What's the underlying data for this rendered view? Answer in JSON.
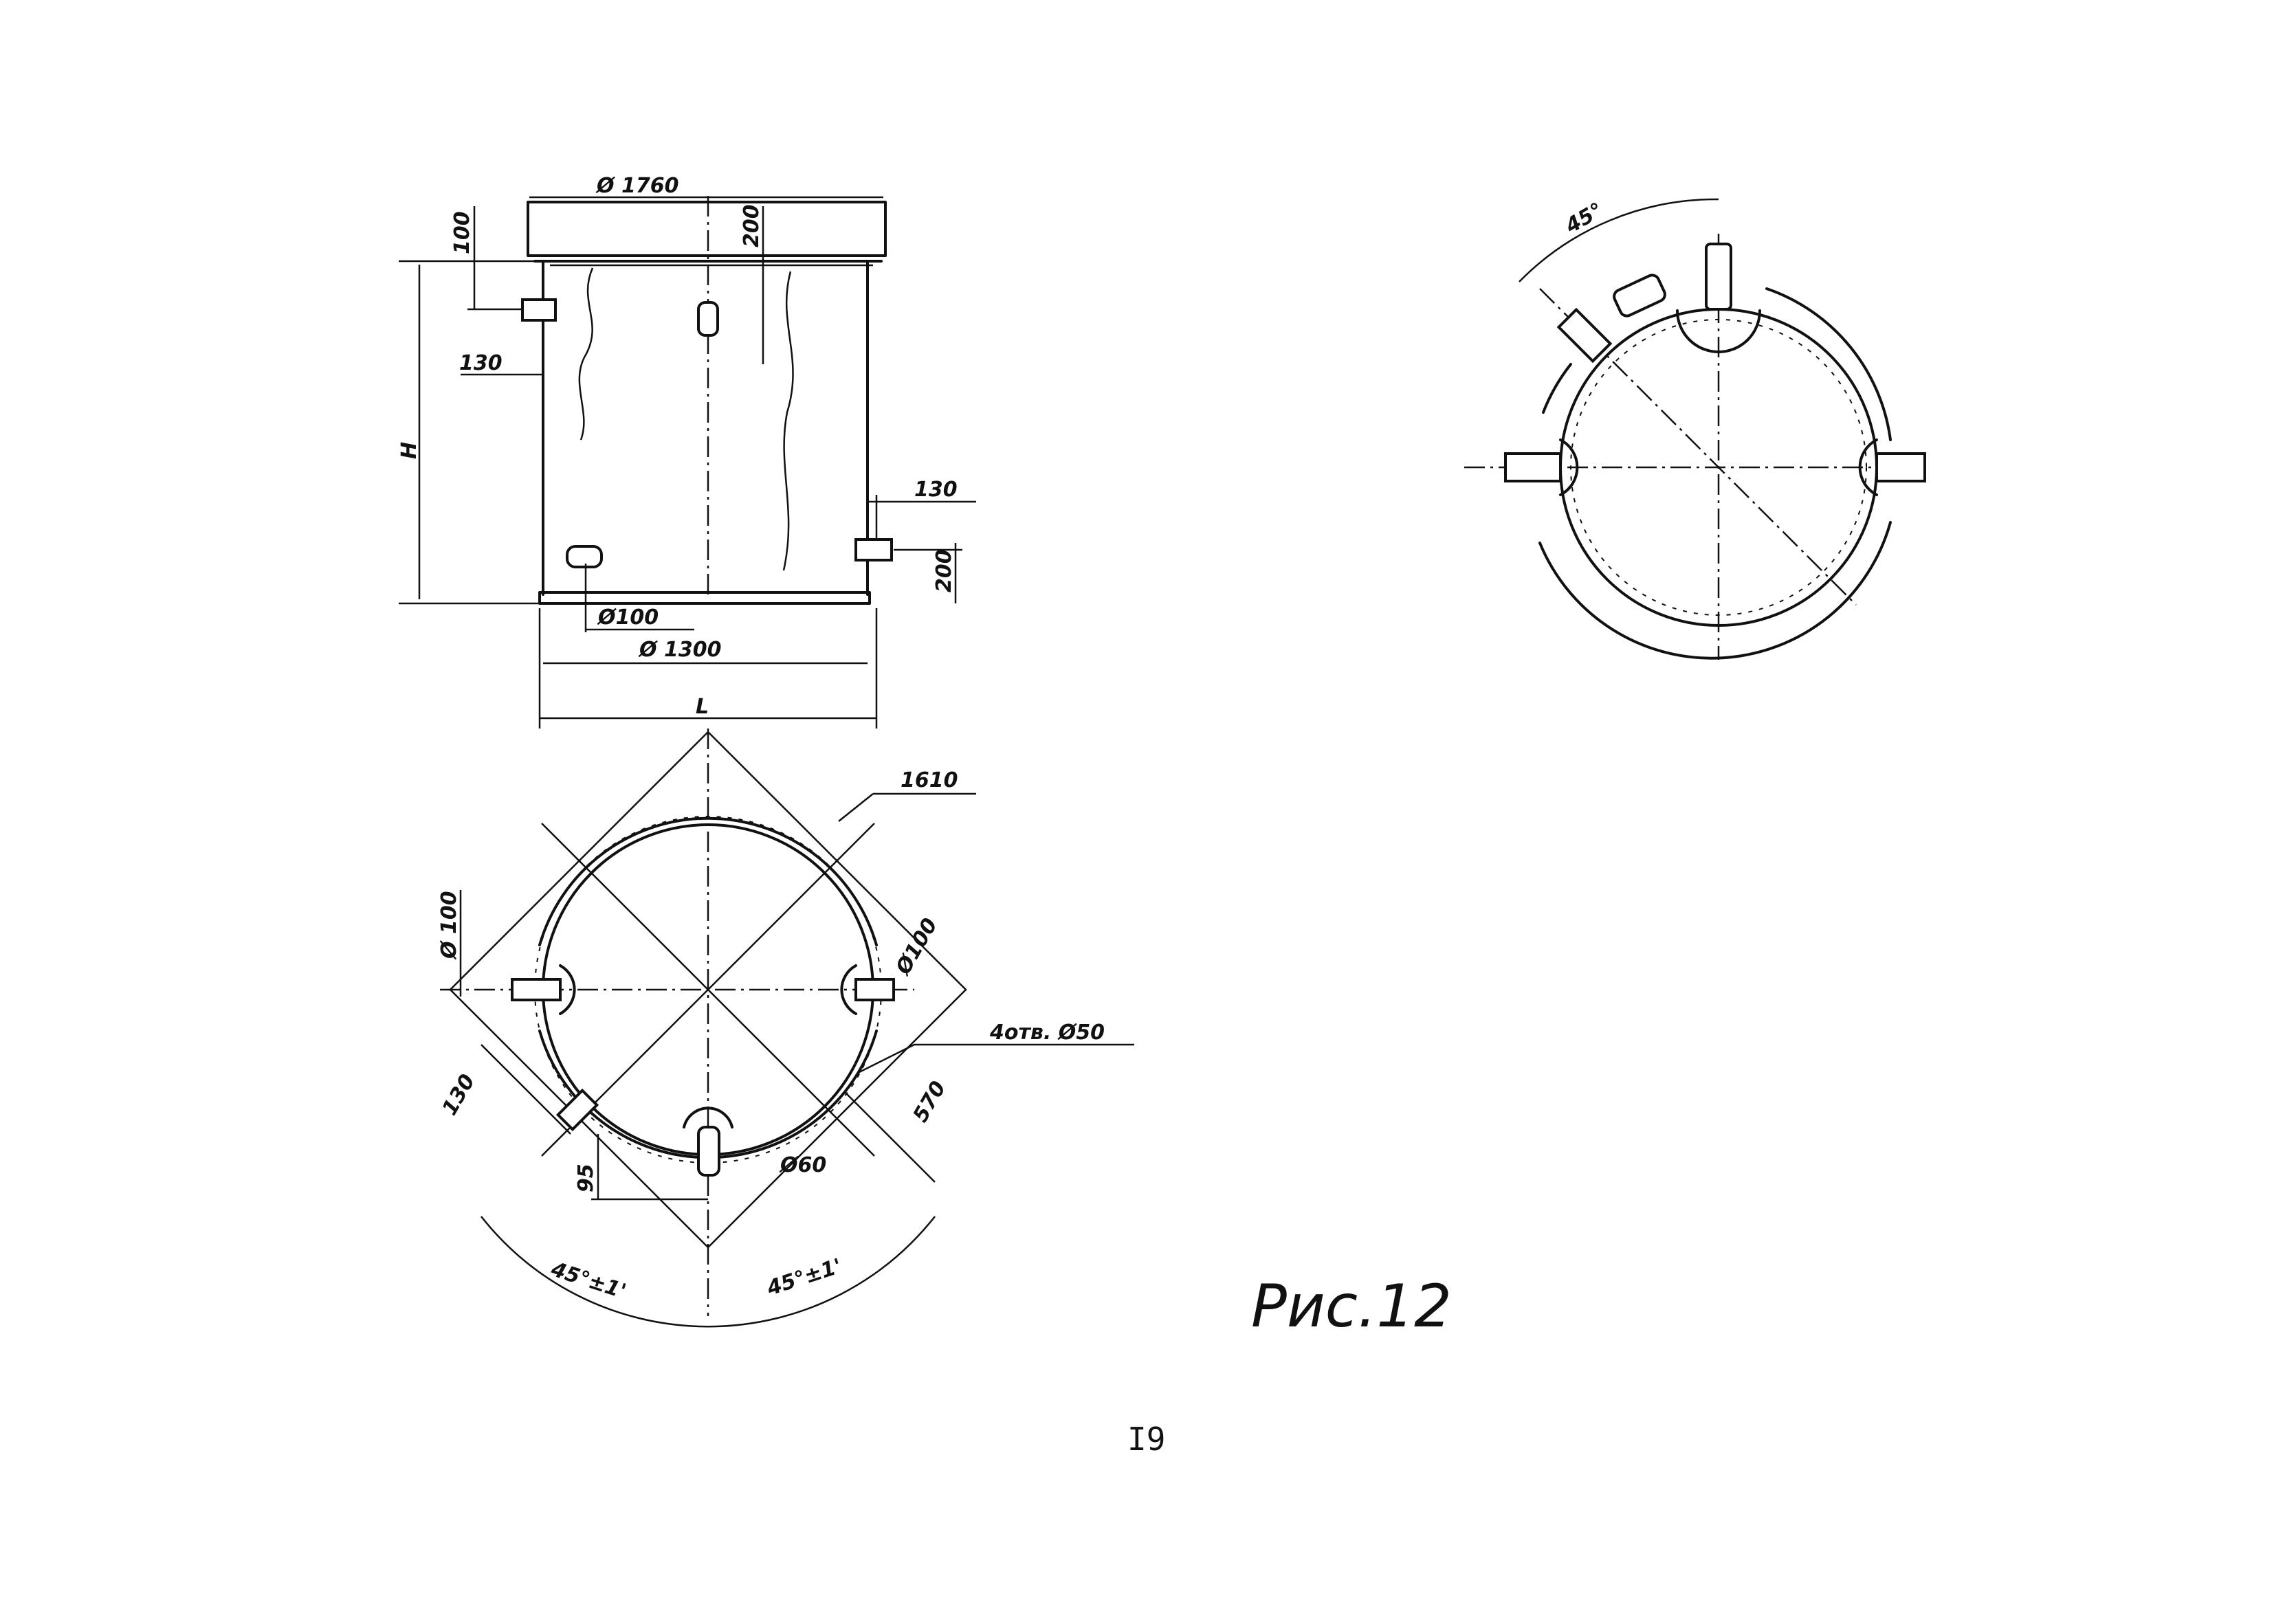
{
  "drawing": {
    "caption": "Рис.12",
    "page_number": "I9"
  },
  "elevation_view": {
    "top_flange_dia": "Ø 1760",
    "bottom_flange_dia": "Ø 1300",
    "height": "H",
    "width": "L",
    "dim_top_offset": "100",
    "dim_top_right": "200",
    "dim_left_130": "130",
    "dim_right_130": "130",
    "dim_right_200": "200",
    "pipe_dia": "Ø100"
  },
  "plan_view": {
    "outer_dim": "1610",
    "pipe_dia_left": "Ø 100",
    "pipe_dia_right": "Ø100",
    "holes_note": "4отв. Ø50",
    "dim_130": "130",
    "dim_570": "570",
    "dim_95": "95",
    "pipe_dia_bottom": "Ø60",
    "angle_left": "45°±1'",
    "angle_right": "45°±1'"
  },
  "side_view": {
    "angle": "45°"
  }
}
